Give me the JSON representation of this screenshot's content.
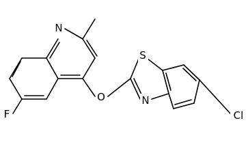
{
  "molecule": {
    "atoms": {
      "n": "N",
      "f": "F",
      "o": "O",
      "s": "S",
      "n2": "N",
      "cl": "Cl"
    }
  }
}
